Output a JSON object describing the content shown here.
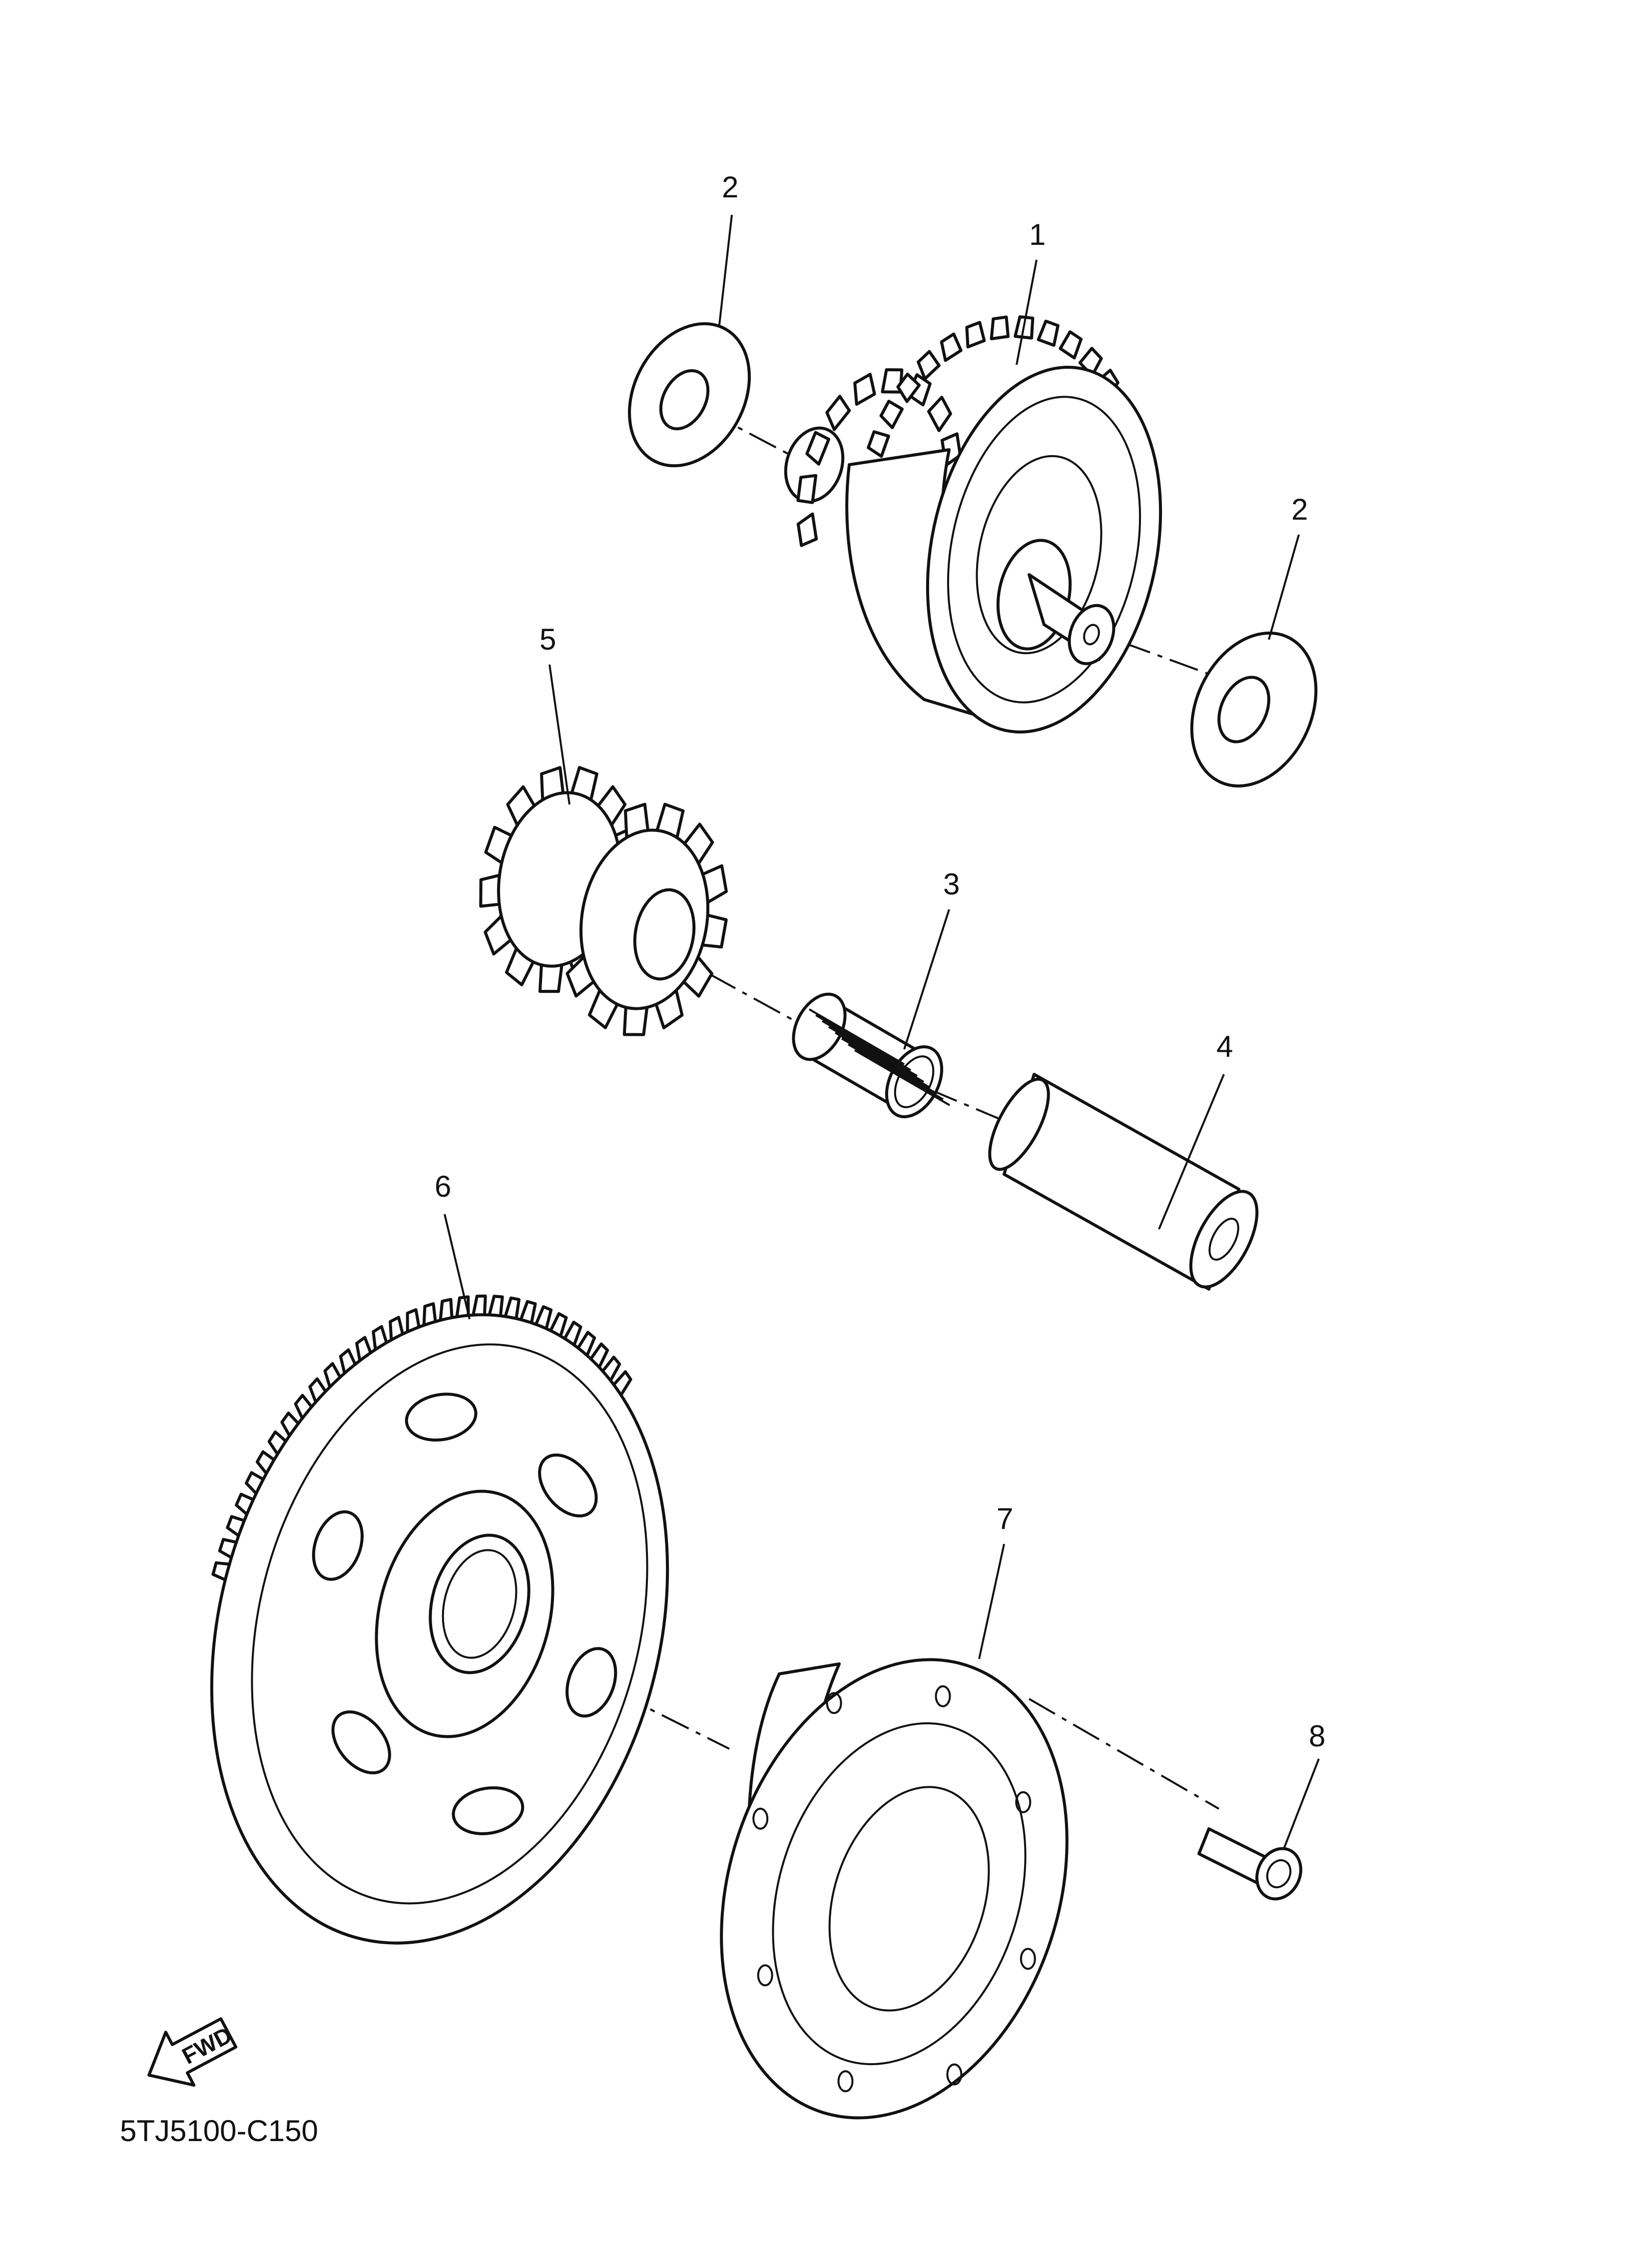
{
  "diagram_code": "5TJ5100-C150",
  "fwd_label": "FWD",
  "callouts": [
    "1",
    "2",
    "2",
    "3",
    "4",
    "5",
    "6",
    "7",
    "8"
  ]
}
